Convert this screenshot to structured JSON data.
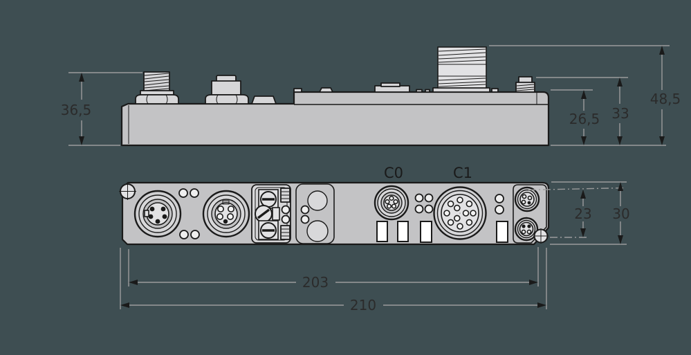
{
  "drawing": {
    "type": "technical-dimensional-drawing",
    "views": [
      "side-view",
      "front-view"
    ]
  },
  "colors": {
    "background": "#3E4E52",
    "body_fill": "#C3C3C5",
    "outline": "#1A1A1A",
    "dimension_line": "#9C9C9C",
    "dimension_text": "#2B2B2B",
    "label_strip": "#FFFFFF"
  },
  "side_view": {
    "dim_m12_connector_height": "36,5",
    "dim_body_height": "26,5",
    "dim_small_connector_height": "33",
    "dim_total_height": "48,5"
  },
  "front_view": {
    "label_c0": "C0",
    "label_c1": "C1",
    "dim_m8_to_screw": "23",
    "dim_face_height": "30",
    "dim_mounting_distance": "203",
    "dim_total_length": "210"
  }
}
